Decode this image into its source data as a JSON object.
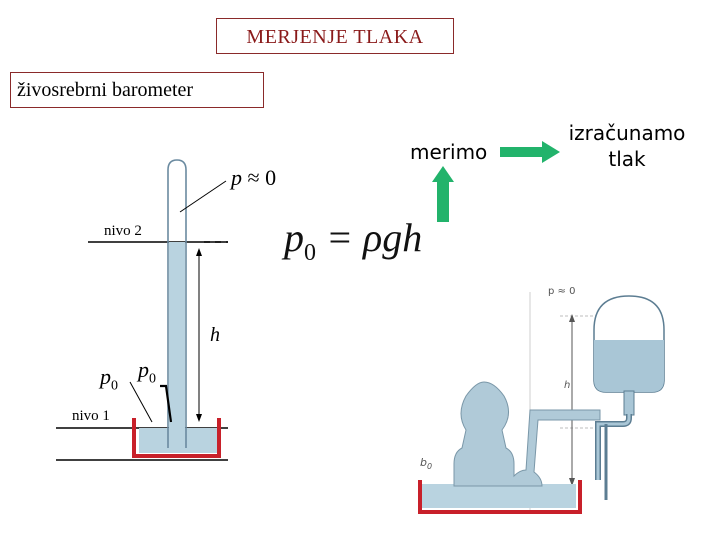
{
  "title": "MERJENJE TLAKA",
  "subtitle": "živosrebrni barometer",
  "left_diagram": {
    "vacuum_label_p": "p",
    "vacuum_label_rest": "≈ 0",
    "level2_label": "nivo 2",
    "level1_label": "nivo 1",
    "height_label": "h",
    "p0_left": "p",
    "p0_left_sub": "0",
    "p0_mid": "p",
    "p0_mid_sub": "0"
  },
  "formula": {
    "p": "p",
    "sub": "0",
    "rest": " = ρgh"
  },
  "flow": {
    "measure": "merimo",
    "calculate_line1": "izračunamo",
    "calculate_line2": "tlak"
  },
  "right_figure": {
    "p_label": "p ≈ 0",
    "h_label": "h",
    "b_label": "b",
    "b_sub": "0"
  },
  "colors": {
    "title_text": "#8a1a1a",
    "box_border": "#8a2a2a",
    "mercury_fill": "#b9d3e0",
    "vessel_red": "#c8202a",
    "arrow_green": "#22b36b",
    "tube_stroke": "#6a8aa0"
  }
}
